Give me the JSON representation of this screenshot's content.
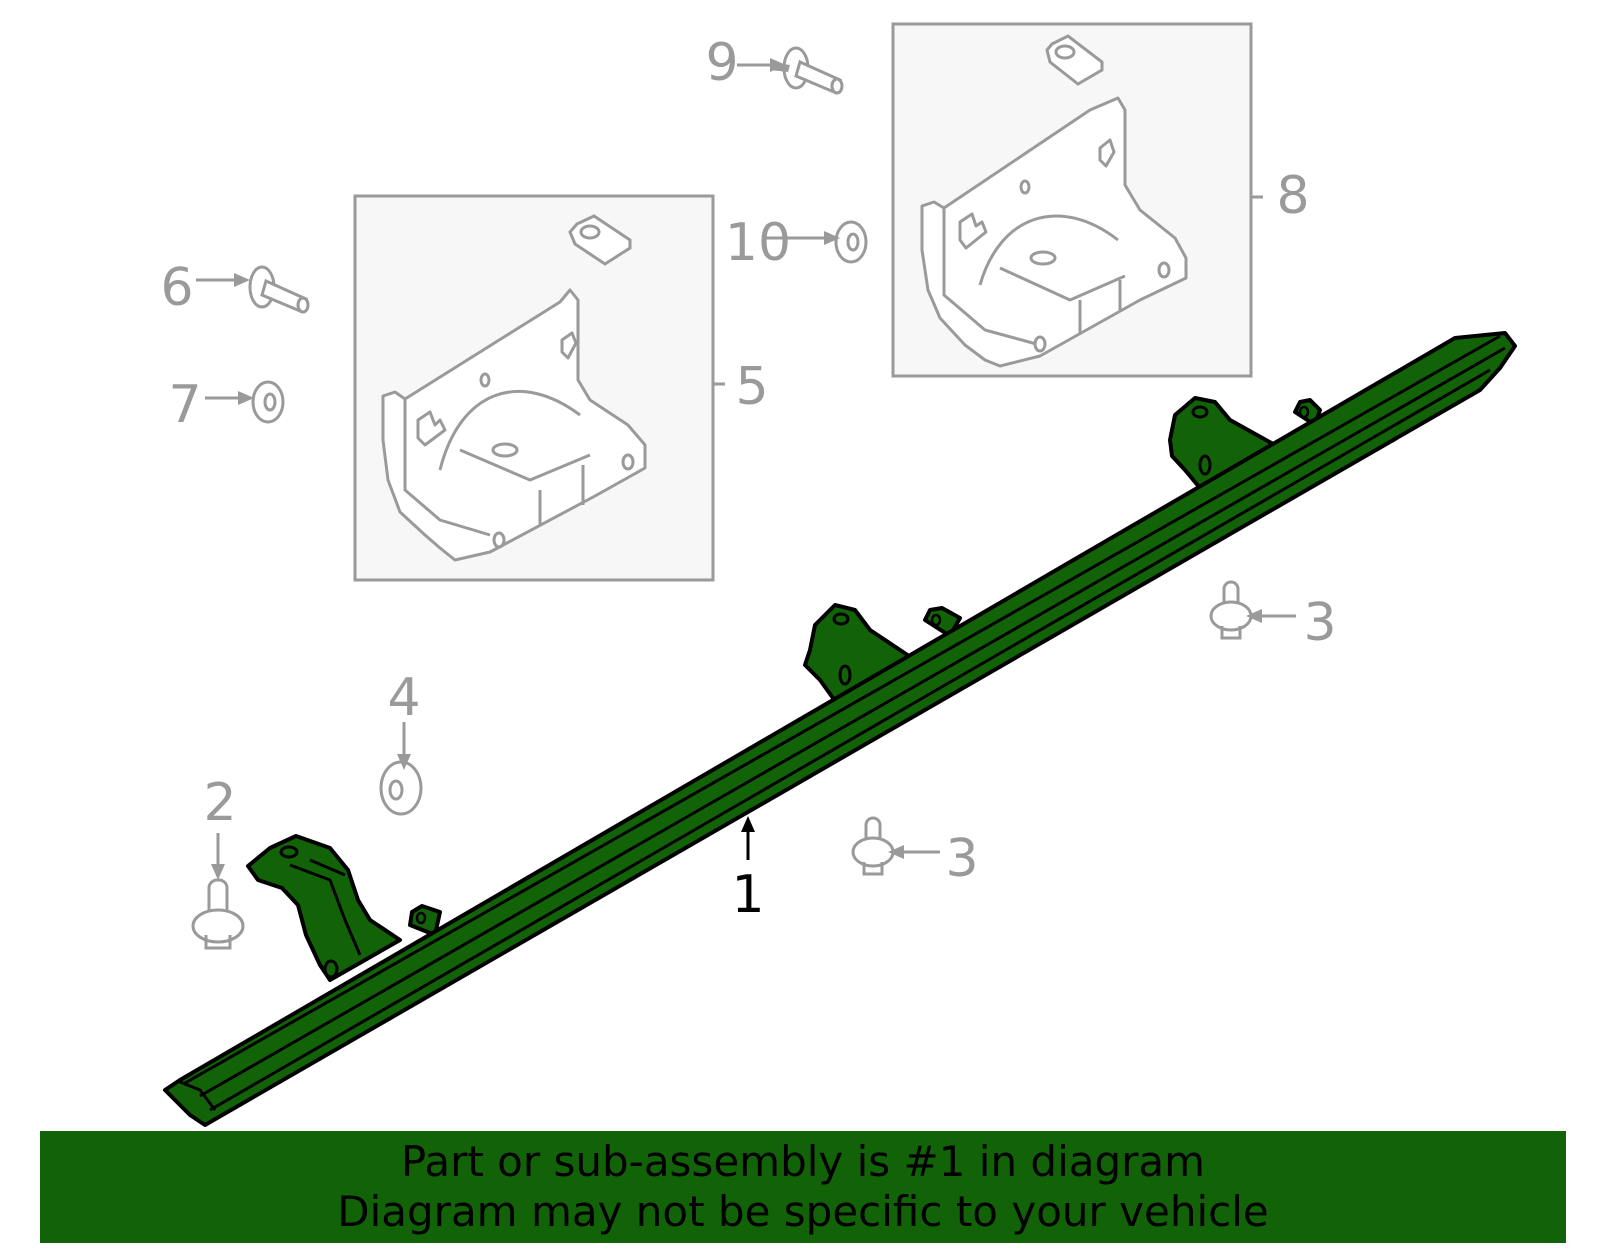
{
  "diagram": {
    "title": "Running board / step assembly parts diagram",
    "highlight_color": "#126307",
    "outline_color": "#000000",
    "secondary_color": "#9a9a9a",
    "inset_bg": "#f7f7f7",
    "callouts": [
      {
        "id": "1",
        "label": "1",
        "highlighted": true
      },
      {
        "id": "2",
        "label": "2"
      },
      {
        "id": "3a",
        "label": "3"
      },
      {
        "id": "3b",
        "label": "3"
      },
      {
        "id": "4",
        "label": "4"
      },
      {
        "id": "5",
        "label": "5"
      },
      {
        "id": "6",
        "label": "6"
      },
      {
        "id": "7",
        "label": "7"
      },
      {
        "id": "8",
        "label": "8"
      },
      {
        "id": "9",
        "label": "9"
      },
      {
        "id": "10",
        "label": "10"
      }
    ]
  },
  "banner": {
    "line1": "Part or sub-assembly is #1 in diagram",
    "line2": "Diagram may not be specific to your vehicle",
    "bg_color": "#126307"
  }
}
